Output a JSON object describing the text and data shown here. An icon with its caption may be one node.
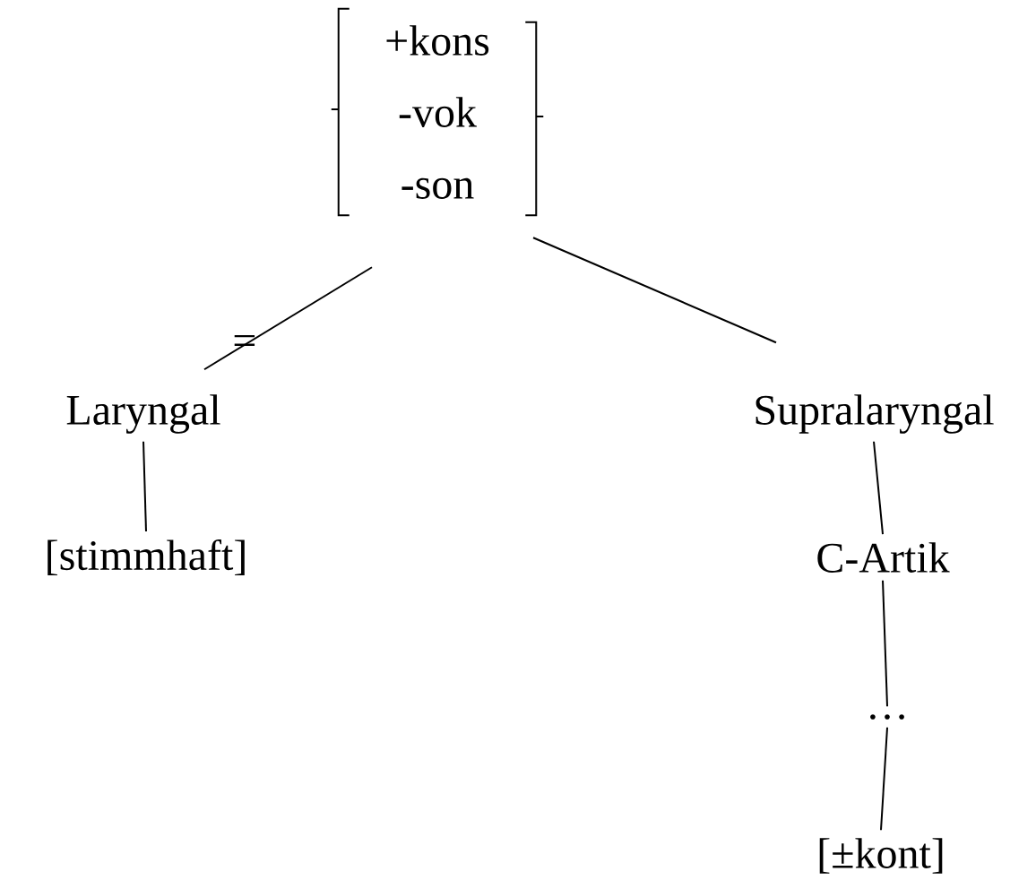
{
  "diagram": {
    "nodes": [
      {
        "text": [
          "+kons",
          "-vok",
          "-son"
        ]
      },
      {
        "text": [
          "Laryngal"
        ]
      },
      {
        "text": [
          "Supralaryngal"
        ]
      },
      {
        "text": [
          "[stimmhaft]"
        ]
      },
      {
        "text": [
          "C-Artik"
        ]
      },
      {
        "text": [
          "…"
        ]
      },
      {
        "text": [
          "[±kont]"
        ]
      }
    ],
    "edges": [
      {
        "from": 0,
        "to": 1,
        "arrow": "none",
        "label": "="
      },
      {
        "from": 0,
        "to": 2,
        "arrow": "none"
      },
      {
        "from": 1,
        "to": 3,
        "arrow": "none"
      },
      {
        "from": 2,
        "to": 4,
        "arrow": "none"
      },
      {
        "from": 4,
        "to": 5,
        "arrow": "none"
      },
      {
        "from": 5,
        "to": 6,
        "arrow": "none"
      }
    ]
  }
}
